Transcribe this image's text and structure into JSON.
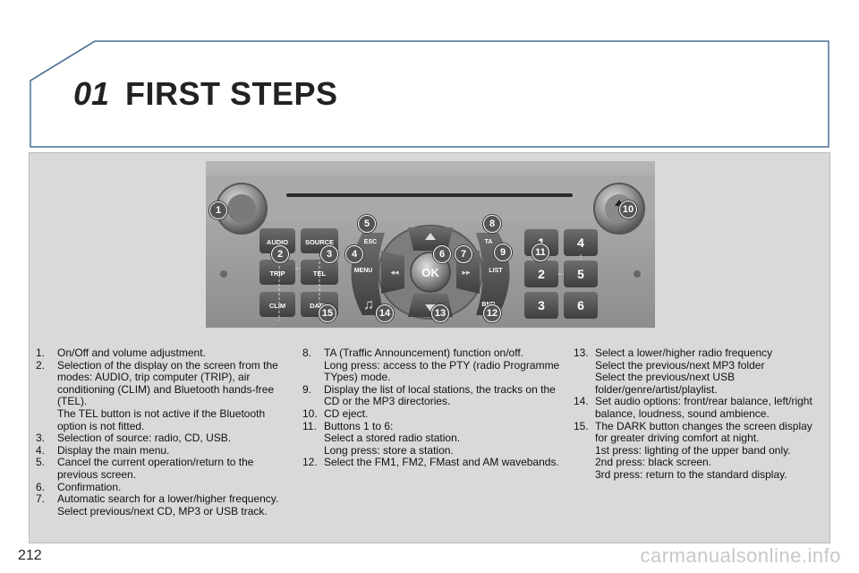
{
  "header": {
    "chapter_number": "01",
    "title": "FIRST STEPS"
  },
  "figure": {
    "button_labels": {
      "audio": "AUDIO",
      "source": "SOURCE",
      "trip": "TRIP",
      "tel": "TEL",
      "clim": "CLIM",
      "dark": "DARK",
      "esc": "ESC",
      "menu": "MENU",
      "ok": "OK",
      "ta": "TA",
      "list": "LIST",
      "band": "BND",
      "k1": "1",
      "k2": "2",
      "k3": "3",
      "k4": "4",
      "k5": "5",
      "k6": "6"
    },
    "callouts": [
      "1",
      "2",
      "3",
      "4",
      "5",
      "6",
      "7",
      "8",
      "9",
      "10",
      "11",
      "12",
      "13",
      "14",
      "15"
    ]
  },
  "legend": {
    "col1": [
      {
        "num": "1.",
        "text": "On/Off and volume adjustment."
      },
      {
        "num": "2.",
        "text": "Selection of the display on the screen from the modes: AUDIO, trip computer (TRIP), air conditioning (CLIM) and Bluetooth hands-free (TEL).",
        "sub": "The TEL button is not active if the Bluetooth option is not fitted."
      },
      {
        "num": "3.",
        "text": "Selection of source: radio, CD, USB."
      },
      {
        "num": "4.",
        "text": "Display the main menu."
      },
      {
        "num": "5.",
        "text": "Cancel the current operation/return to the previous screen."
      },
      {
        "num": "6.",
        "text": "Confirmation."
      },
      {
        "num": "7.",
        "text": "Automatic search for a lower/higher frequency.",
        "sub": "Select previous/next CD, MP3 or USB track."
      }
    ],
    "col2": [
      {
        "num": "8.",
        "text": "TA (Traffic Announcement) function on/off.",
        "sub": "Long press: access to the PTY (radio Programme TYpes) mode."
      },
      {
        "num": "9.",
        "text": "Display the list of local stations, the tracks on the CD or the MP3 directories."
      },
      {
        "num": "10.",
        "text": "CD eject."
      },
      {
        "num": "11.",
        "text": "Buttons 1 to 6:",
        "sub": "Select a stored radio station.",
        "sub2": "Long press: store a station."
      },
      {
        "num": "12.",
        "text": "Select the FM1, FM2, FMast and AM wavebands."
      }
    ],
    "col3": [
      {
        "num": "13.",
        "text": "Select a lower/higher radio frequency",
        "sub": "Select the previous/next MP3 folder",
        "sub2": "Select the previous/next USB folder/genre/artist/playlist."
      },
      {
        "num": "14.",
        "text": "Set audio options: front/rear balance, left/right balance, loudness, sound ambience."
      },
      {
        "num": "15.",
        "text": "The DARK button changes the screen display for greater driving comfort at night.",
        "sub": "1st press: lighting of the upper band only.",
        "sub2": "2nd press: black screen.",
        "sub3": "3rd press: return to the standard display."
      }
    ]
  },
  "footer": {
    "page_number": "212",
    "watermark": "carmanualsonline.info"
  }
}
